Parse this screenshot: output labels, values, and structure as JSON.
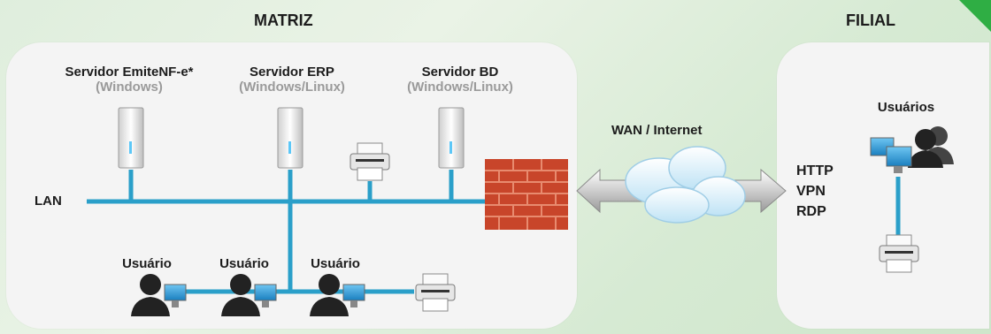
{
  "matriz": {
    "title": "MATRIZ",
    "servers": [
      {
        "name": "Servidor EmiteNF-e*",
        "os": "(Windows)"
      },
      {
        "name": "Servidor ERP",
        "os": "(Windows/Linux)"
      },
      {
        "name": "Servidor BD",
        "os": "(Windows/Linux)"
      }
    ],
    "lan_label": "LAN",
    "users": [
      "Usuário",
      "Usuário",
      "Usuário"
    ]
  },
  "wan": {
    "label": "WAN / Internet"
  },
  "protocols": [
    "HTTP",
    "VPN",
    "RDP"
  ],
  "filial": {
    "title": "FILIAL",
    "users_label": "Usuários"
  },
  "colors": {
    "line": "#2a9fc9",
    "accent": "#2fae44",
    "brick": "#c8452a"
  }
}
